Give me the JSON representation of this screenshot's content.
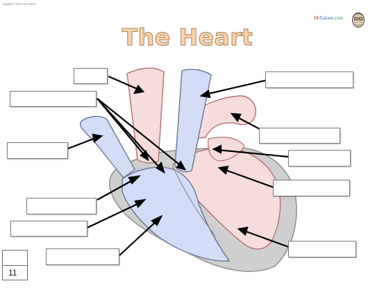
{
  "page": {
    "copyright": "Copyright © 2020 Kerry Eakam",
    "brand": {
      "part1": "Mr",
      "part2": "Eakam",
      "part3": ".com"
    },
    "title": "The Heart",
    "slide_number": "11"
  },
  "colors": {
    "heart_pink": "#f7dcdc",
    "heart_pink_outline": "#b07070",
    "heart_blue": "#d3ddf6",
    "heart_blue_outline": "#6d7591",
    "outer_gray": "#cfcfcf",
    "title_fill": "#fbd3ad",
    "title_outline": "#b68f6a",
    "arrow": "#000000"
  },
  "icons": {
    "avatar": "cartoon-face-icon"
  },
  "label_boxes": [
    "superior-vena-cava-box",
    "aorta-box",
    "right-pulmonary-veins-box",
    "pulmonary-artery-box",
    "left-pulmonary-veins-box",
    "left-atrium-box",
    "bicuspid-valve-box",
    "right-atrium-box",
    "tricuspid-valve-box",
    "left-ventricle-box",
    "right-ventricle-box",
    "inferior-vena-cava-box"
  ]
}
